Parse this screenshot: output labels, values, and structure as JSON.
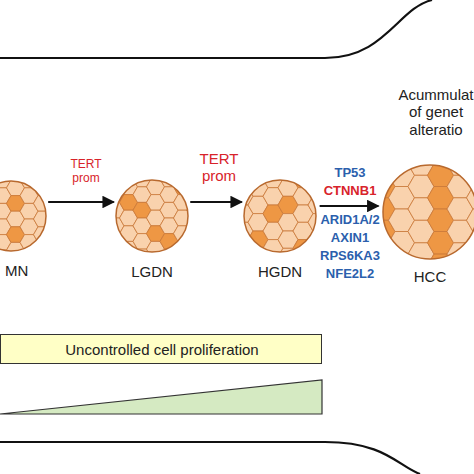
{
  "diagram": {
    "nodes": [
      {
        "text": [
          "MN"
        ]
      },
      {
        "text": [
          "LGDN"
        ]
      },
      {
        "text": [
          "HGDN"
        ]
      },
      {
        "text": [
          "HCC",
          "Acummulat of genet alteratio"
        ]
      },
      {
        "text": [
          "Uncontrolled cell proliferation"
        ]
      }
    ],
    "edges": [
      {
        "from": 0,
        "to": 1,
        "label": "TERT prom",
        "arrow": "to"
      },
      {
        "from": 1,
        "to": 2,
        "label": "TERT prom",
        "arrow": "to"
      },
      {
        "from": 2,
        "to": 3,
        "arrow": "to"
      }
    ],
    "labels": [
      "TP53",
      "CTNNB1",
      "ARID1A/2",
      "AXIN1",
      "RPS6KA3",
      "NFE2L2"
    ]
  }
}
